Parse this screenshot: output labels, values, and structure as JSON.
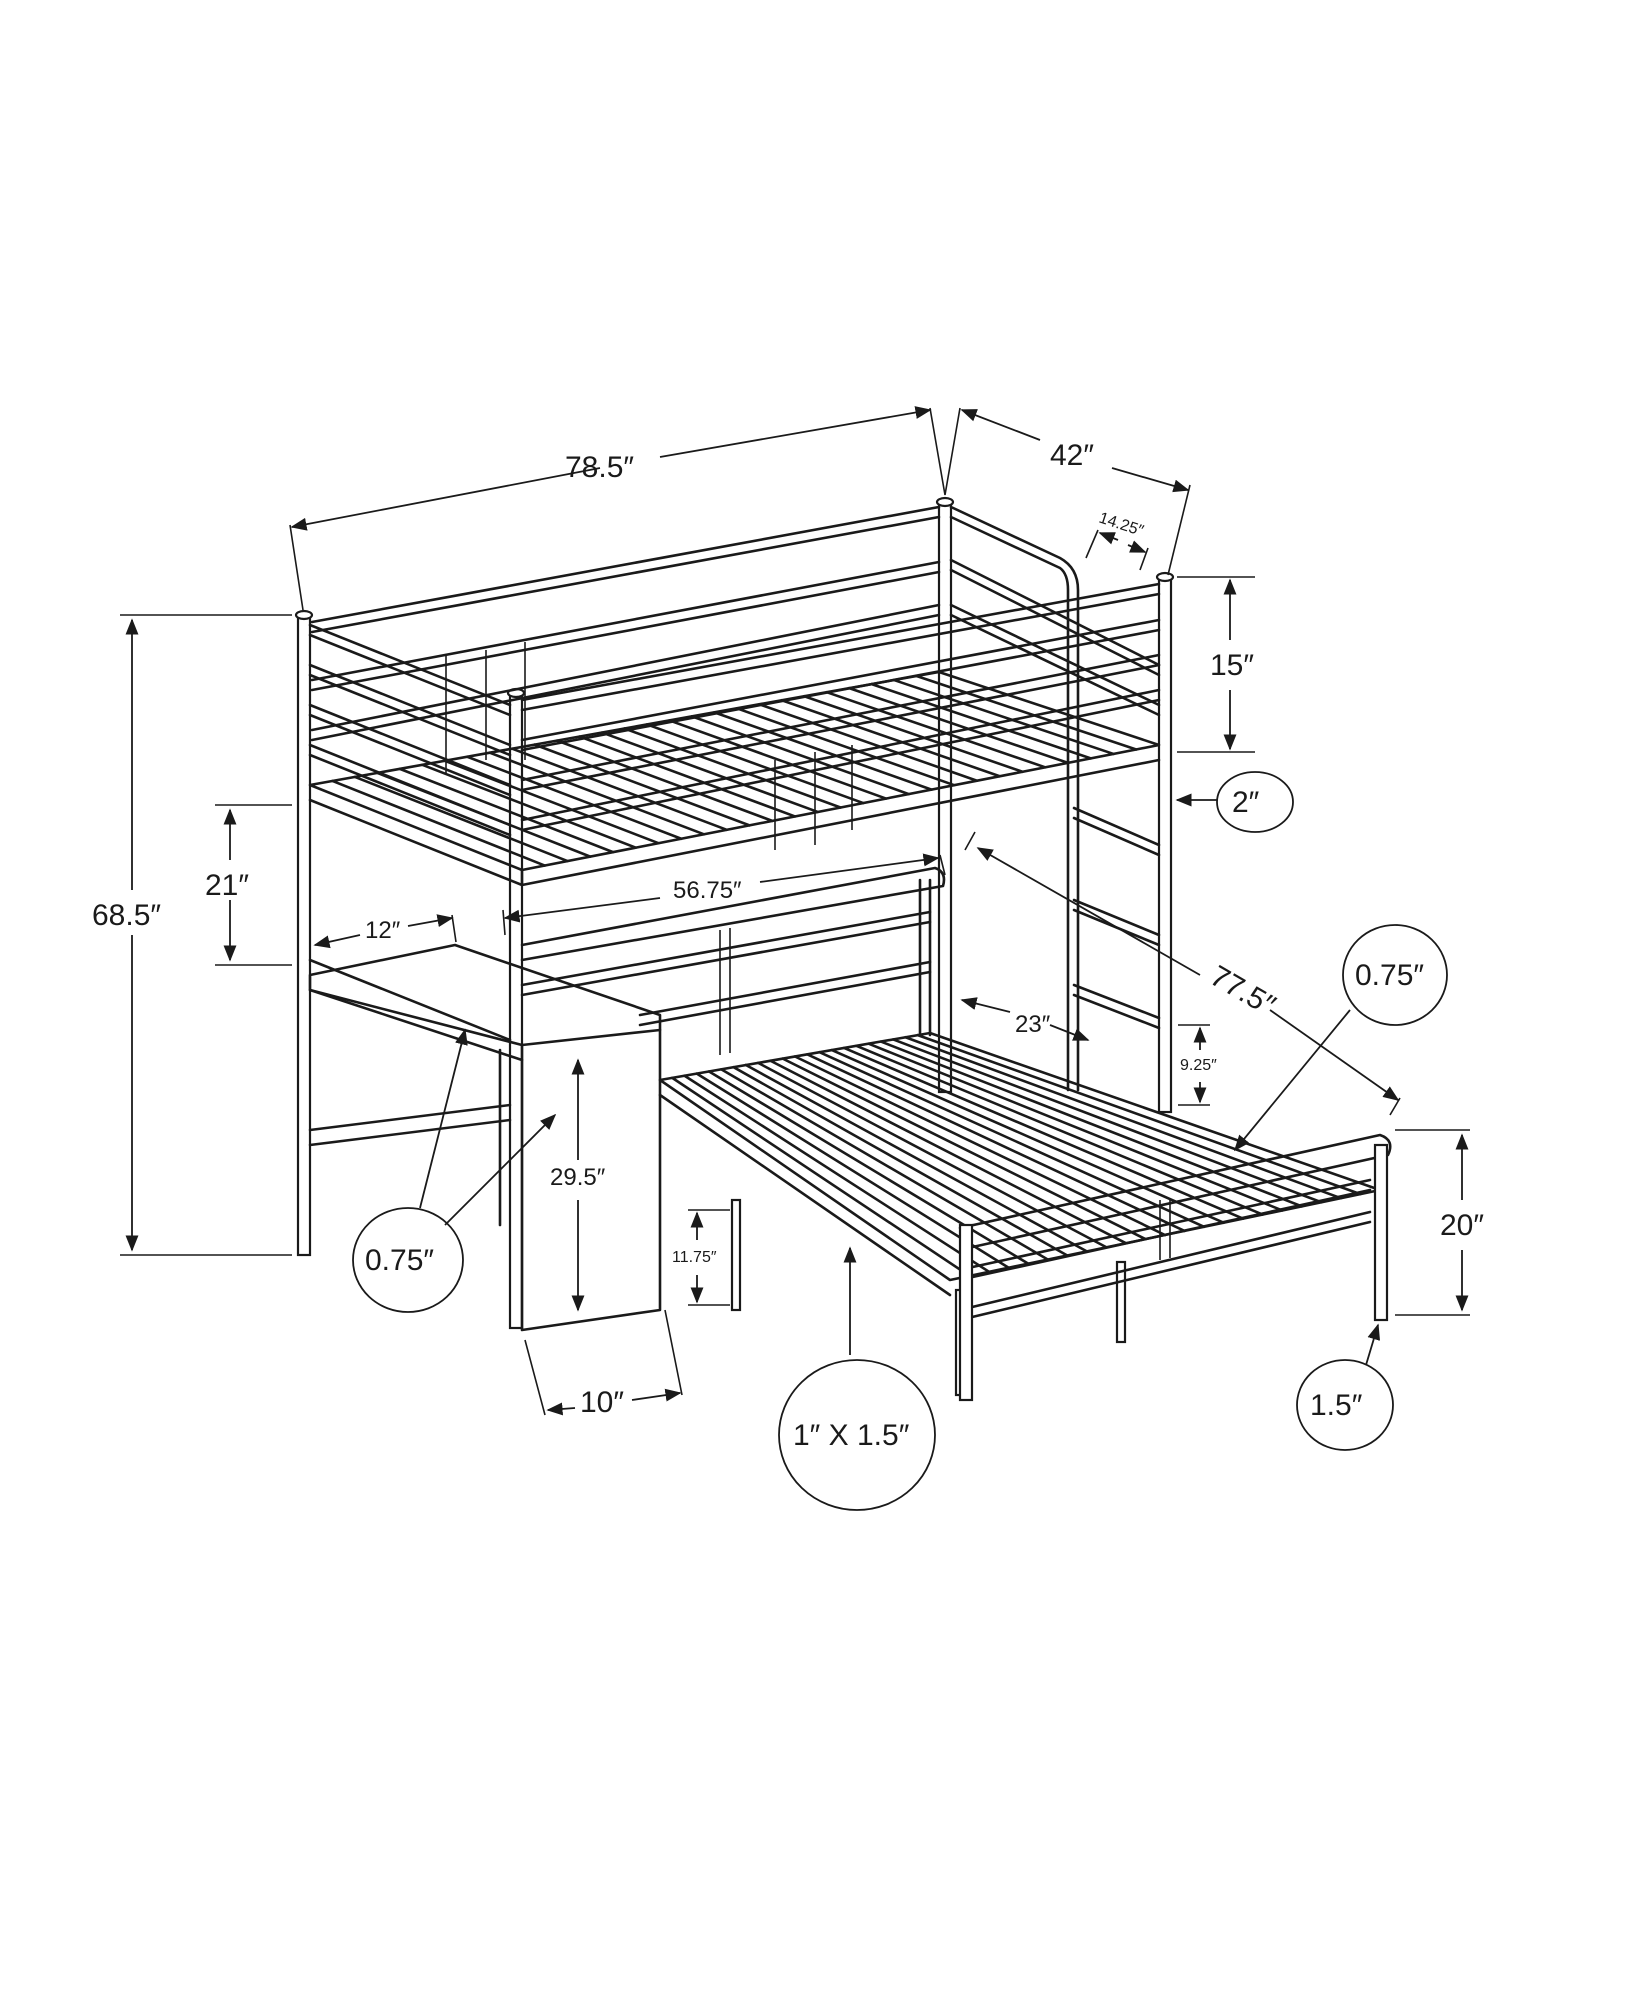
{
  "title": "Loft bed with desk and lower bed — dimension diagram",
  "dimensions": {
    "overall_length": "78.5″",
    "overall_width": "42″",
    "ladder_offset": "14.25″",
    "guardrail_height": "15″",
    "post_size": "2″",
    "overall_height": "68.5″",
    "under_loft_clearance": "21″",
    "desk_depth": "12″",
    "lower_bed_headboard_width": "56.75″",
    "lower_bed_length": "77.5″",
    "ladder_rung_spacing": "9.25″",
    "lower_bed_headboard_offset": "23″",
    "desk_height": "29.5″",
    "lower_bed_clearance": "11.75″",
    "desk_cabinet_width": "10″",
    "footboard_height": "20″"
  },
  "callouts": {
    "rail_tube_upper": "0.75″",
    "rail_tube_desk": "0.75″",
    "leg_tube": "1″ X 1.5″",
    "footboard_post": "1.5″",
    "loft_post": "2″"
  }
}
